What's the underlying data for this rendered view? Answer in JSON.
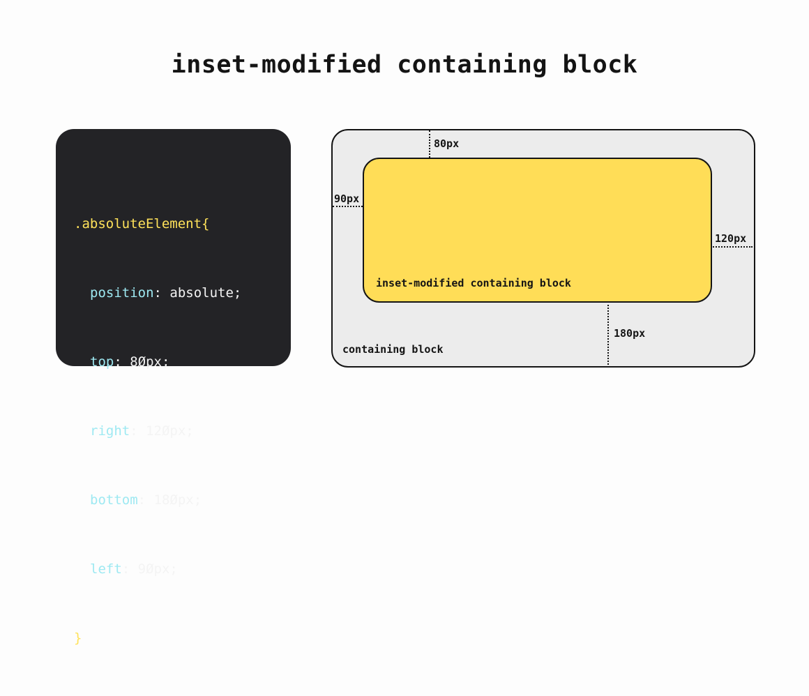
{
  "title": "inset-modified containing block",
  "code": {
    "selector": ".absoluteElement",
    "open_brace": "{",
    "close_brace": "}",
    "declarations": [
      {
        "property": "position",
        "value": "absolute;"
      },
      {
        "property": "top",
        "value": "8Øpx;"
      },
      {
        "property": "right",
        "value": "12Øpx;"
      },
      {
        "property": "bottom",
        "value": "18Øpx;"
      },
      {
        "property": "left",
        "value": "9Øpx;"
      }
    ]
  },
  "diagram": {
    "containing_block_label": "containing block",
    "inset_block_label": "inset-modified containing block",
    "top_label": "80px",
    "left_label": "90px",
    "right_label": "120px",
    "bottom_label": "180px",
    "colors": {
      "inset_fill": "#ffdd57",
      "containing_fill": "#ececec",
      "code_background": "#232326",
      "code_selector": "#ffe25a",
      "code_property": "#9ee9f2"
    }
  }
}
